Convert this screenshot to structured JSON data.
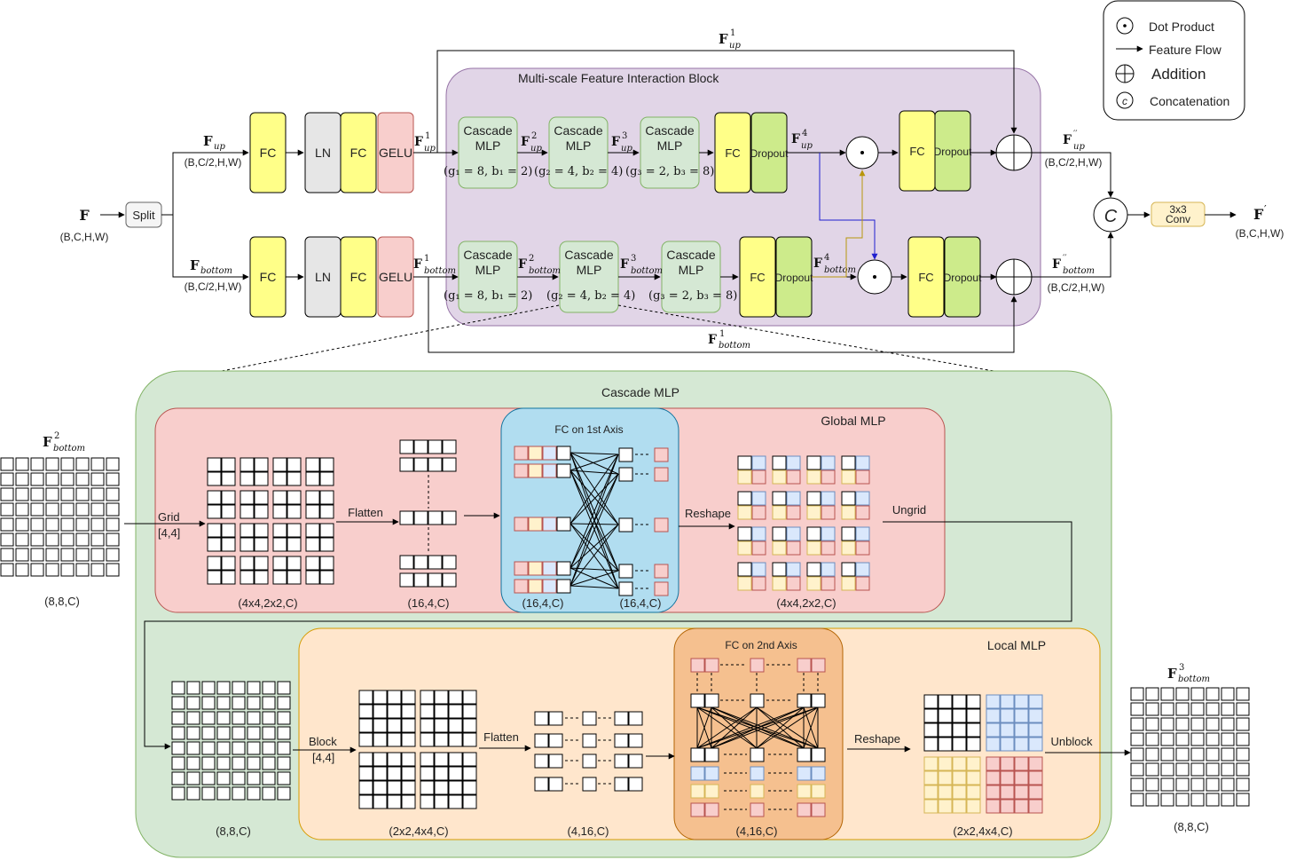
{
  "legend": {
    "dot": "Dot Product",
    "flow": "Feature Flow",
    "add": "Addition",
    "concat": "Concatenation",
    "c_symbol": "c"
  },
  "input": {
    "symbol": "F",
    "shape": "(B,C,H,W)"
  },
  "split": "Split",
  "branch_up": {
    "symbol": "F",
    "sub": "up",
    "shape": "(B,C/2,H,W)"
  },
  "branch_bottom": {
    "symbol": "F",
    "sub": "bottom",
    "shape": "(B,C/2,H,W)"
  },
  "layers": {
    "fc": "FC",
    "ln": "LN",
    "gelu": "GELU",
    "dropout": "Dropout",
    "cascade_line1": "Cascade",
    "cascade_line2": "MLP"
  },
  "msfi_title": "Multi-scale Feature Interaction Block",
  "features": {
    "f1": "F",
    "sup1": "1",
    "sup2": "2",
    "sup3": "3",
    "sup4": "4",
    "pp": "′′",
    "prime": "′",
    "up": "up",
    "bottom": "bottom"
  },
  "params": {
    "up1": "(g₁ = 8, b₁ = 2)",
    "up2": "(g₂ = 4, b₂ = 4)",
    "up3": "(g₃ = 2, b₃ = 8)",
    "bot1": "(g₁ = 8, b₁ = 2)",
    "bot2": "(g₂ = 4, b₂ = 4)",
    "bot3": "(g₃ = 2, b₃ = 8)"
  },
  "concat_symbol": "C",
  "conv_line1": "3x3",
  "conv_line2": "Conv",
  "output": {
    "shape": "(B,C,H,W)"
  },
  "cascade": {
    "title": "Cascade MLP",
    "global_title": "Global MLP",
    "local_title": "Local MLP",
    "fc1_title": "FC on 1st Axis",
    "fc2_title": "FC on 2nd Axis",
    "grid": "Grid",
    "grid_size": "[4,4]",
    "flatten": "Flatten",
    "reshape": "Reshape",
    "ungrid": "Ungrid",
    "block": "Block",
    "block_size": "[4,4]",
    "unblock": "Unblock",
    "s_in": "(8,8,C)",
    "s_g1": "(4x4,2x2,C)",
    "s_g2": "(16,4,C)",
    "s_g3a": "(16,4,C)",
    "s_g3b": "(16,4,C)",
    "s_g4": "(4x4,2x2,C)",
    "s_l0": "(8,8,C)",
    "s_l1": "(2x2,4x4,C)",
    "s_l2": "(4,16,C)",
    "s_l3": "(4,16,C)",
    "s_l4": "(2x2,4x4,C)",
    "s_out": "(8,8,C)"
  },
  "colors": {
    "fc": "#ffff88",
    "ln": "#e6e6e6",
    "gelu": "#f8cecc",
    "dropout": "#cdeb8b",
    "cascade_box": "#d5e8d4",
    "msfi": "#e1d5e7",
    "global": "#f8cecc",
    "local": "#ffe6cc",
    "fc1": "#b1ddf0",
    "fc2": "#f5c08f",
    "conv": "#fff2cc",
    "outer": "#d5e8d4",
    "blue_arrow": "#1f1fcf",
    "gold_arrow": "#b8960c"
  }
}
